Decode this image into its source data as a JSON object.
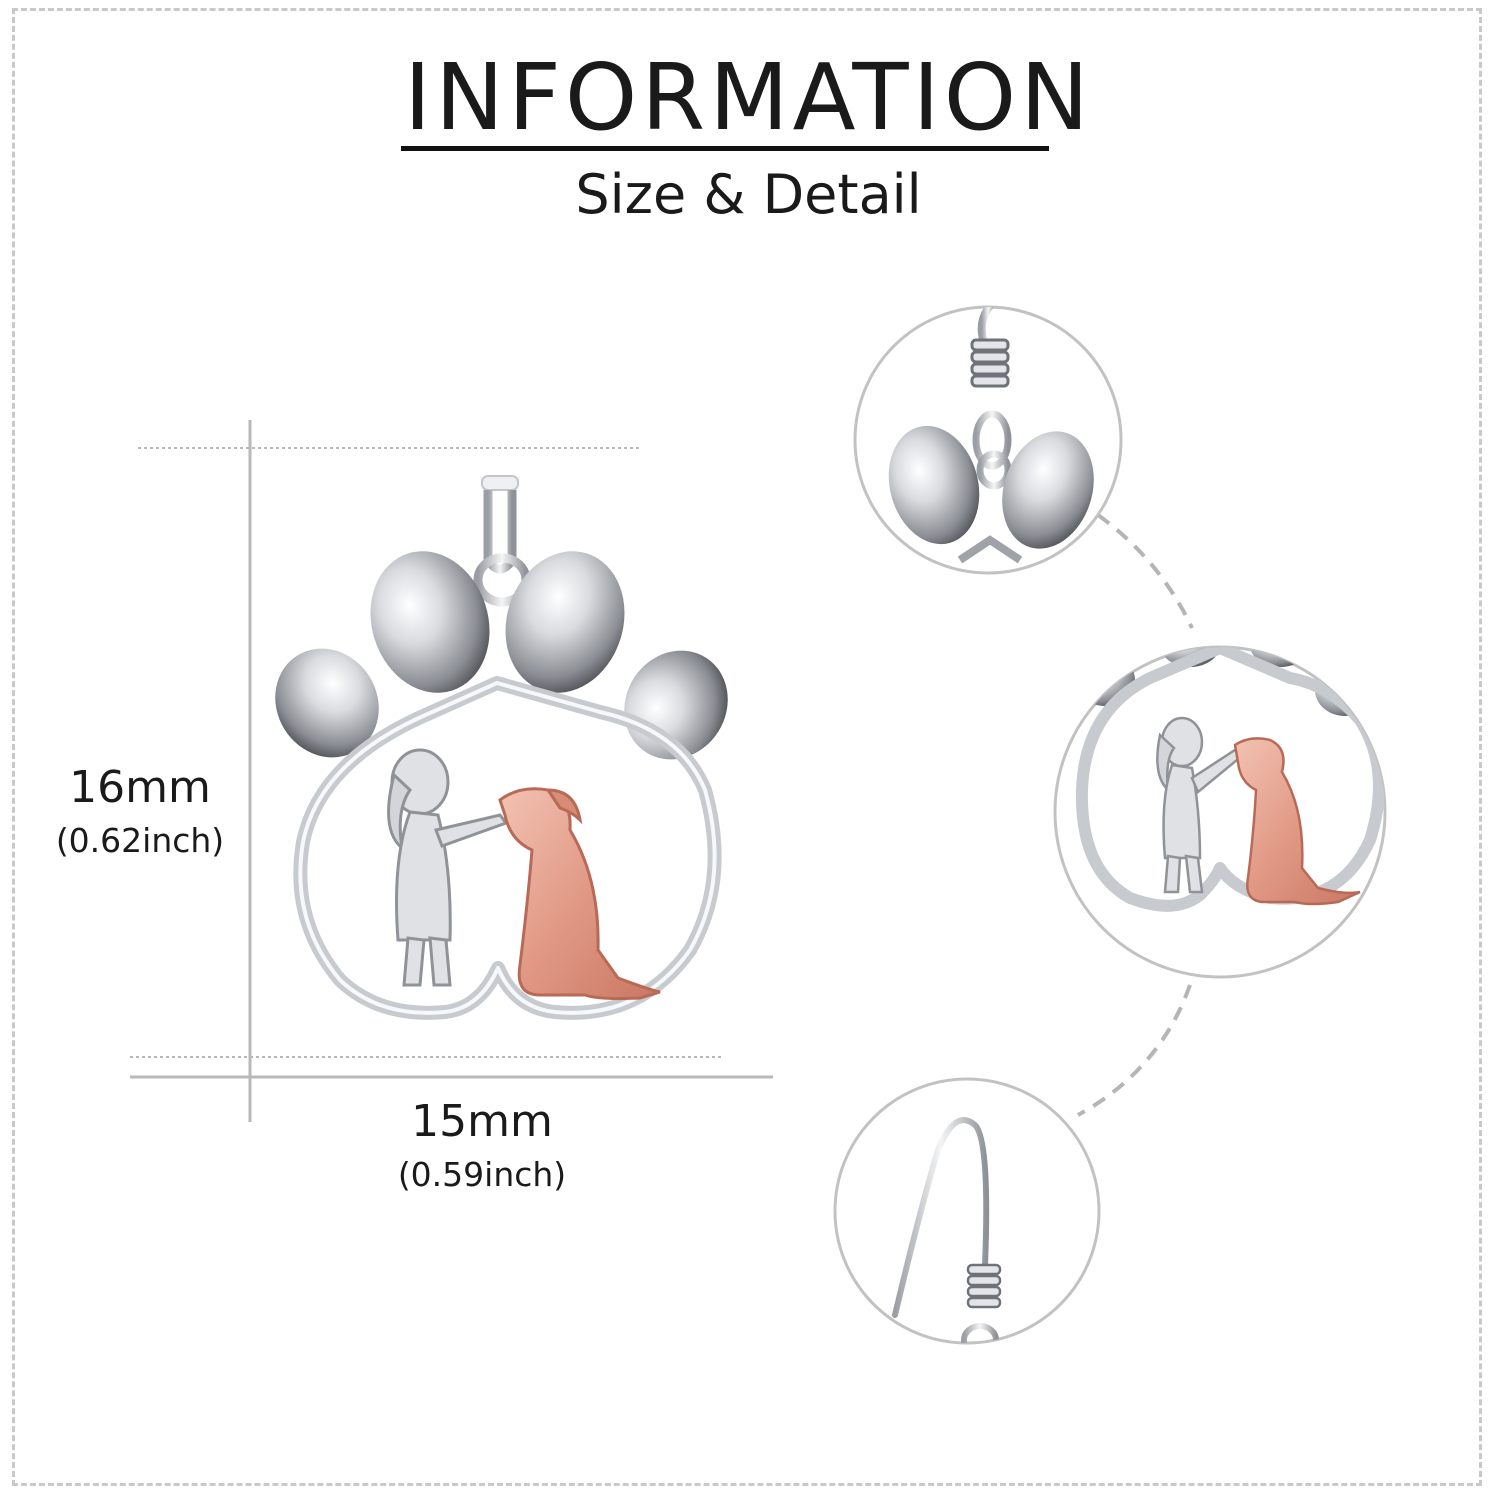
{
  "header": {
    "title": "INFORMATION",
    "subtitle": "Size & Detail"
  },
  "dimensions": {
    "height": {
      "value": "16mm",
      "converted": "(0.62inch)"
    },
    "width": {
      "value": "15mm",
      "converted": "(0.59inch)"
    }
  },
  "colors": {
    "silver": "#c8cbd0",
    "silver_dark": "#7d8086",
    "rose_gold": "#e4a08e",
    "frame_dash": "#c9c9c9",
    "guide_line": "#b8b8b8"
  },
  "product": {
    "name": "paw-heart-earring-girl-and-dog",
    "details": [
      "hook-wire-coil-detail",
      "heart-girl-dog-detail",
      "ear-hook-detail"
    ]
  }
}
